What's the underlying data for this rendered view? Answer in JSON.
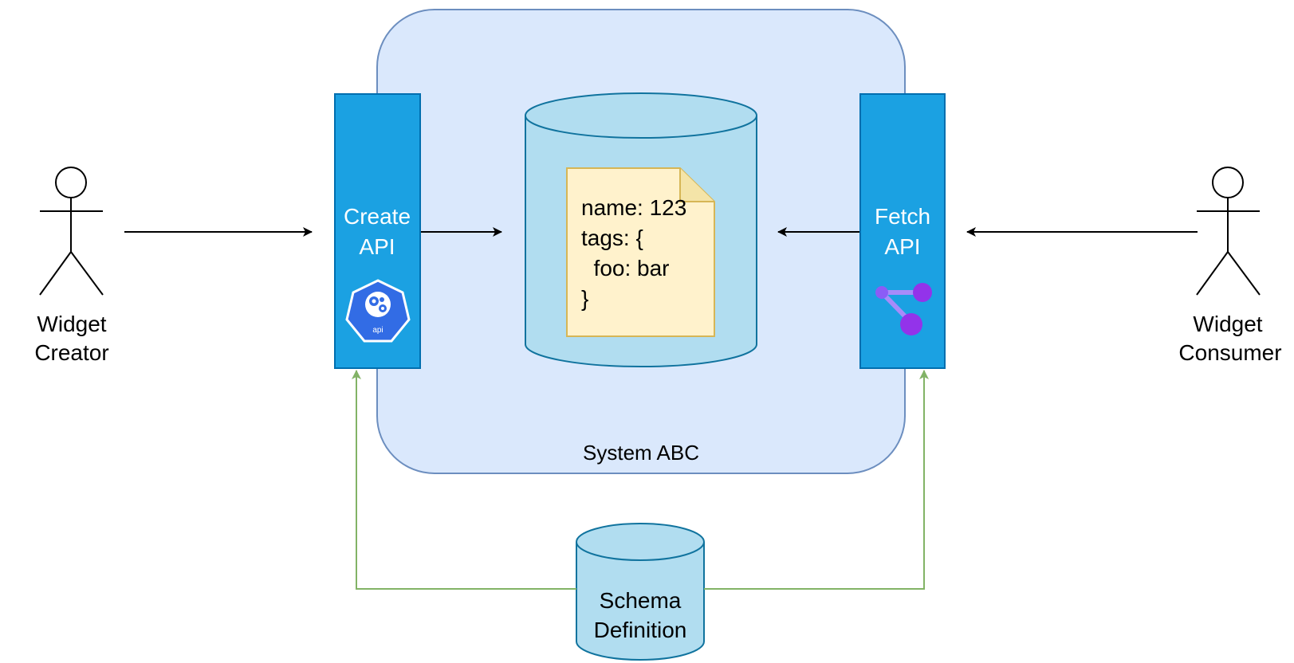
{
  "actors": {
    "creator": {
      "line1": "Widget",
      "line2": "Creator"
    },
    "consumer": {
      "line1": "Widget",
      "line2": "Consumer"
    }
  },
  "system": {
    "label": "System ABC"
  },
  "create_api": {
    "line1": "Create",
    "line2": "API",
    "icon_label": "api",
    "icon": "kubernetes-api-icon"
  },
  "fetch_api": {
    "line1": "Fetch",
    "line2": "API",
    "icon": "connection-graph-icon"
  },
  "document": {
    "lines": [
      "name: 123",
      "tags: {",
      "  foo: bar",
      "}"
    ]
  },
  "schema": {
    "line1": "Schema",
    "line2": "Definition"
  },
  "colors": {
    "system_fill": "#dae8fc",
    "system_stroke": "#6c8ebf",
    "api_fill": "#1ba1e2",
    "api_stroke": "#006eaf",
    "db_fill": "#b1ddf0",
    "db_stroke": "#10739e",
    "note_fill": "#fff2cc",
    "note_stroke": "#d6b656",
    "green_arrow": "#82b366",
    "black_arrow": "#000000"
  }
}
